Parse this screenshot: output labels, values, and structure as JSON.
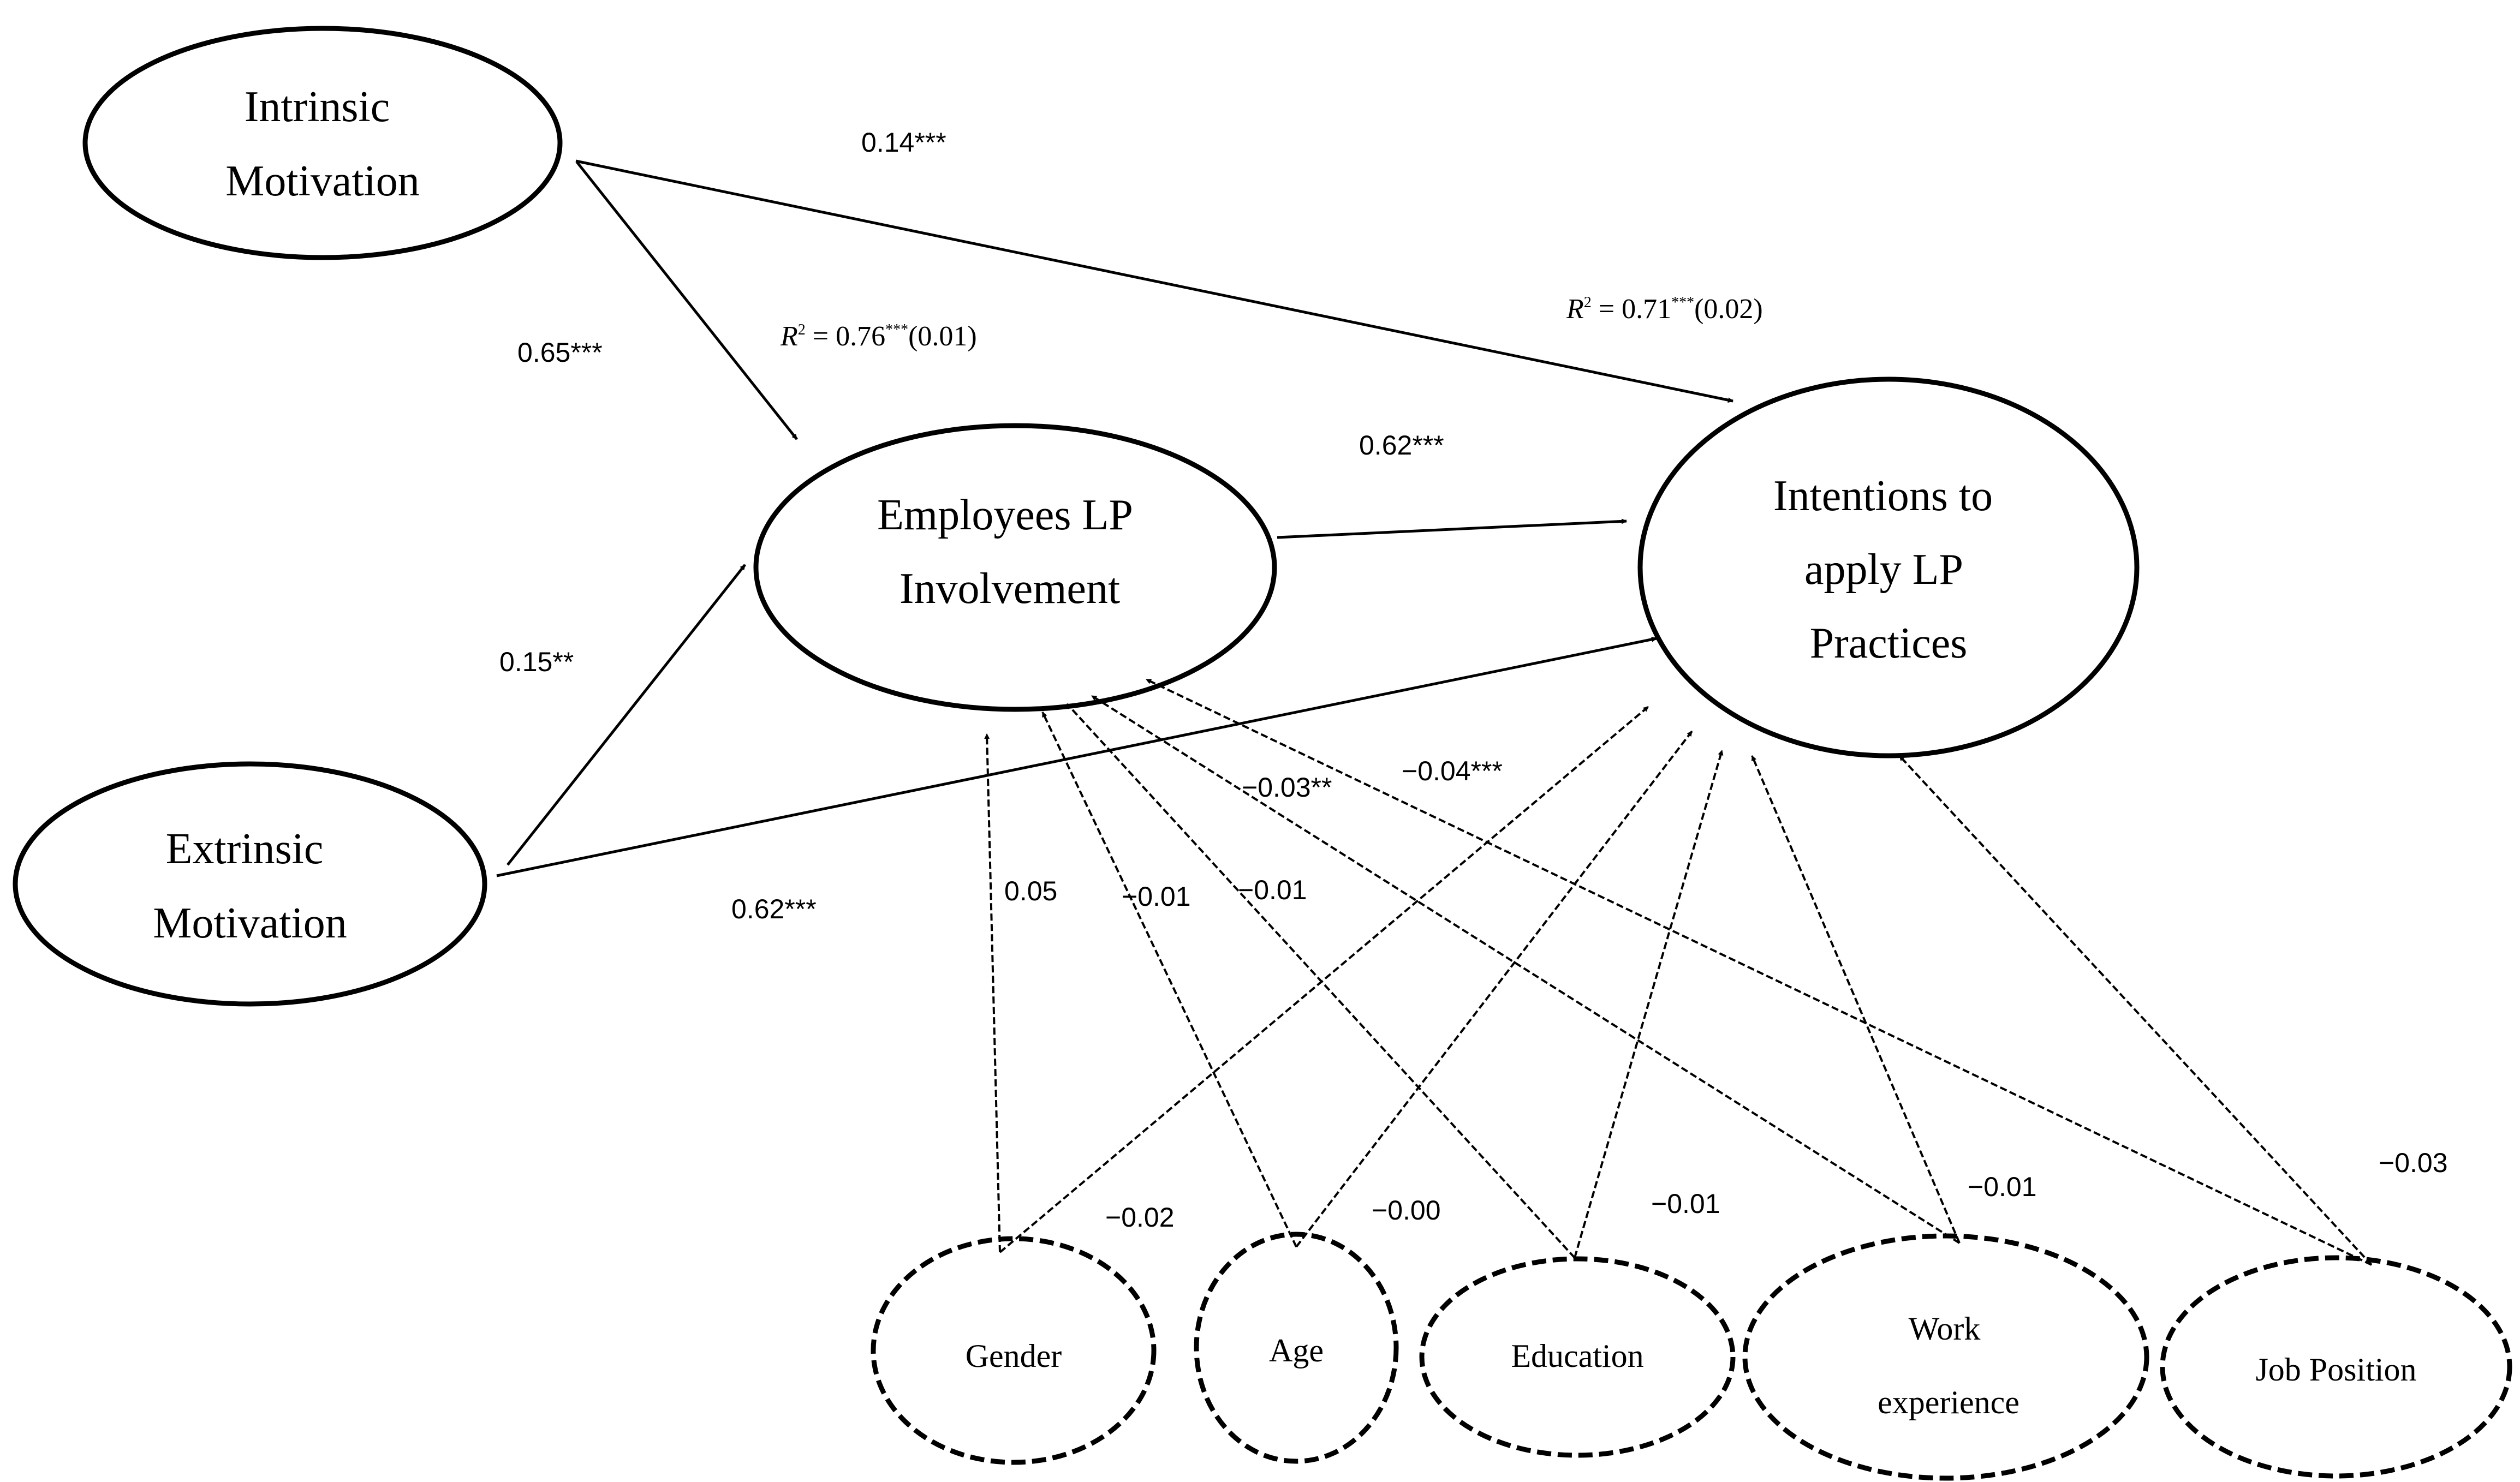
{
  "nodes": {
    "intrinsic": {
      "lines": [
        "Intrinsic",
        "Motivation"
      ]
    },
    "extrinsic": {
      "lines": [
        "Extrinsic",
        "Motivation"
      ]
    },
    "involvement": {
      "lines": [
        "Employees LP",
        "Involvement"
      ]
    },
    "intentions": {
      "lines": [
        "Intentions to",
        "apply LP",
        "Practices"
      ]
    }
  },
  "controls": {
    "gender": {
      "lines": [
        "Gender"
      ]
    },
    "age": {
      "lines": [
        "Age"
      ]
    },
    "education": {
      "lines": [
        "Education"
      ]
    },
    "work": {
      "lines": [
        "Work",
        "experience"
      ]
    },
    "job": {
      "lines": [
        "Job Position"
      ]
    }
  },
  "paths": {
    "intrinsic_to_intentions": "0.14***",
    "intrinsic_to_involvement": "0.65***",
    "extrinsic_to_involvement": "0.15**",
    "extrinsic_to_intentions": "0.62***",
    "involvement_to_intentions": "0.62***",
    "gender_to_involvement": "0.05",
    "age_to_involvement": "−0.01",
    "education_to_involvement": "−0.01",
    "work_to_involvement": "−0.03**",
    "job_to_involvement": "−0.04***",
    "gender_to_intentions": "−0.02",
    "age_to_intentions": "−0.00",
    "education_to_intentions": "−0.01",
    "work_to_intentions": "−0.01",
    "job_to_intentions": "−0.03"
  },
  "r_squared": {
    "involvement": {
      "symbol": "R",
      "sup": "2",
      "value": " = 0.76",
      "stars": "***",
      "se": "(0.01)"
    },
    "intentions": {
      "symbol": "R",
      "sup": "2",
      "value": " = 0.71",
      "stars": "***",
      "se": "(0.02)"
    }
  }
}
